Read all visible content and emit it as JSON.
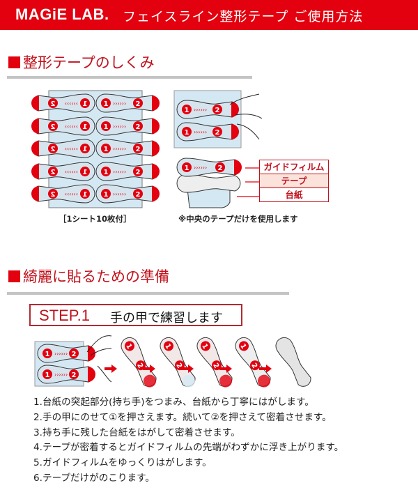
{
  "header": {
    "logo": "MAGiE LAB.",
    "title": "フェイスライン整形テープ ご使用方法"
  },
  "section1": {
    "title": "整形テープのしくみ",
    "sheet_caption": "［1シート10枚付］",
    "note": "※中央のテープだけを使用します",
    "layers": [
      "ガイドフィルム",
      "テープ",
      "台紙"
    ]
  },
  "section2": {
    "title": "綺麗に貼るための準備",
    "step": {
      "number": "STEP.1",
      "title": "手の甲で練習します"
    },
    "instructions": [
      "1.台紙の突起部分(持ち手)をつまみ、台紙から丁寧にはがします。",
      "2.手の甲にのせて①を押さえます。続いて②を押さえて密着させます。",
      "3.持ち手に残した台紙をはがして密着させます。",
      "4.テープが密着するとガイドフィルムの先端がわずかに浮き上がります。",
      "5.ガイドフィルムをゆっくりはがします。",
      "6.テープだけがのこります。"
    ]
  },
  "colors": {
    "brand": "#e3000f",
    "sheet": "#d4e8f4",
    "tape": "#ececec"
  }
}
